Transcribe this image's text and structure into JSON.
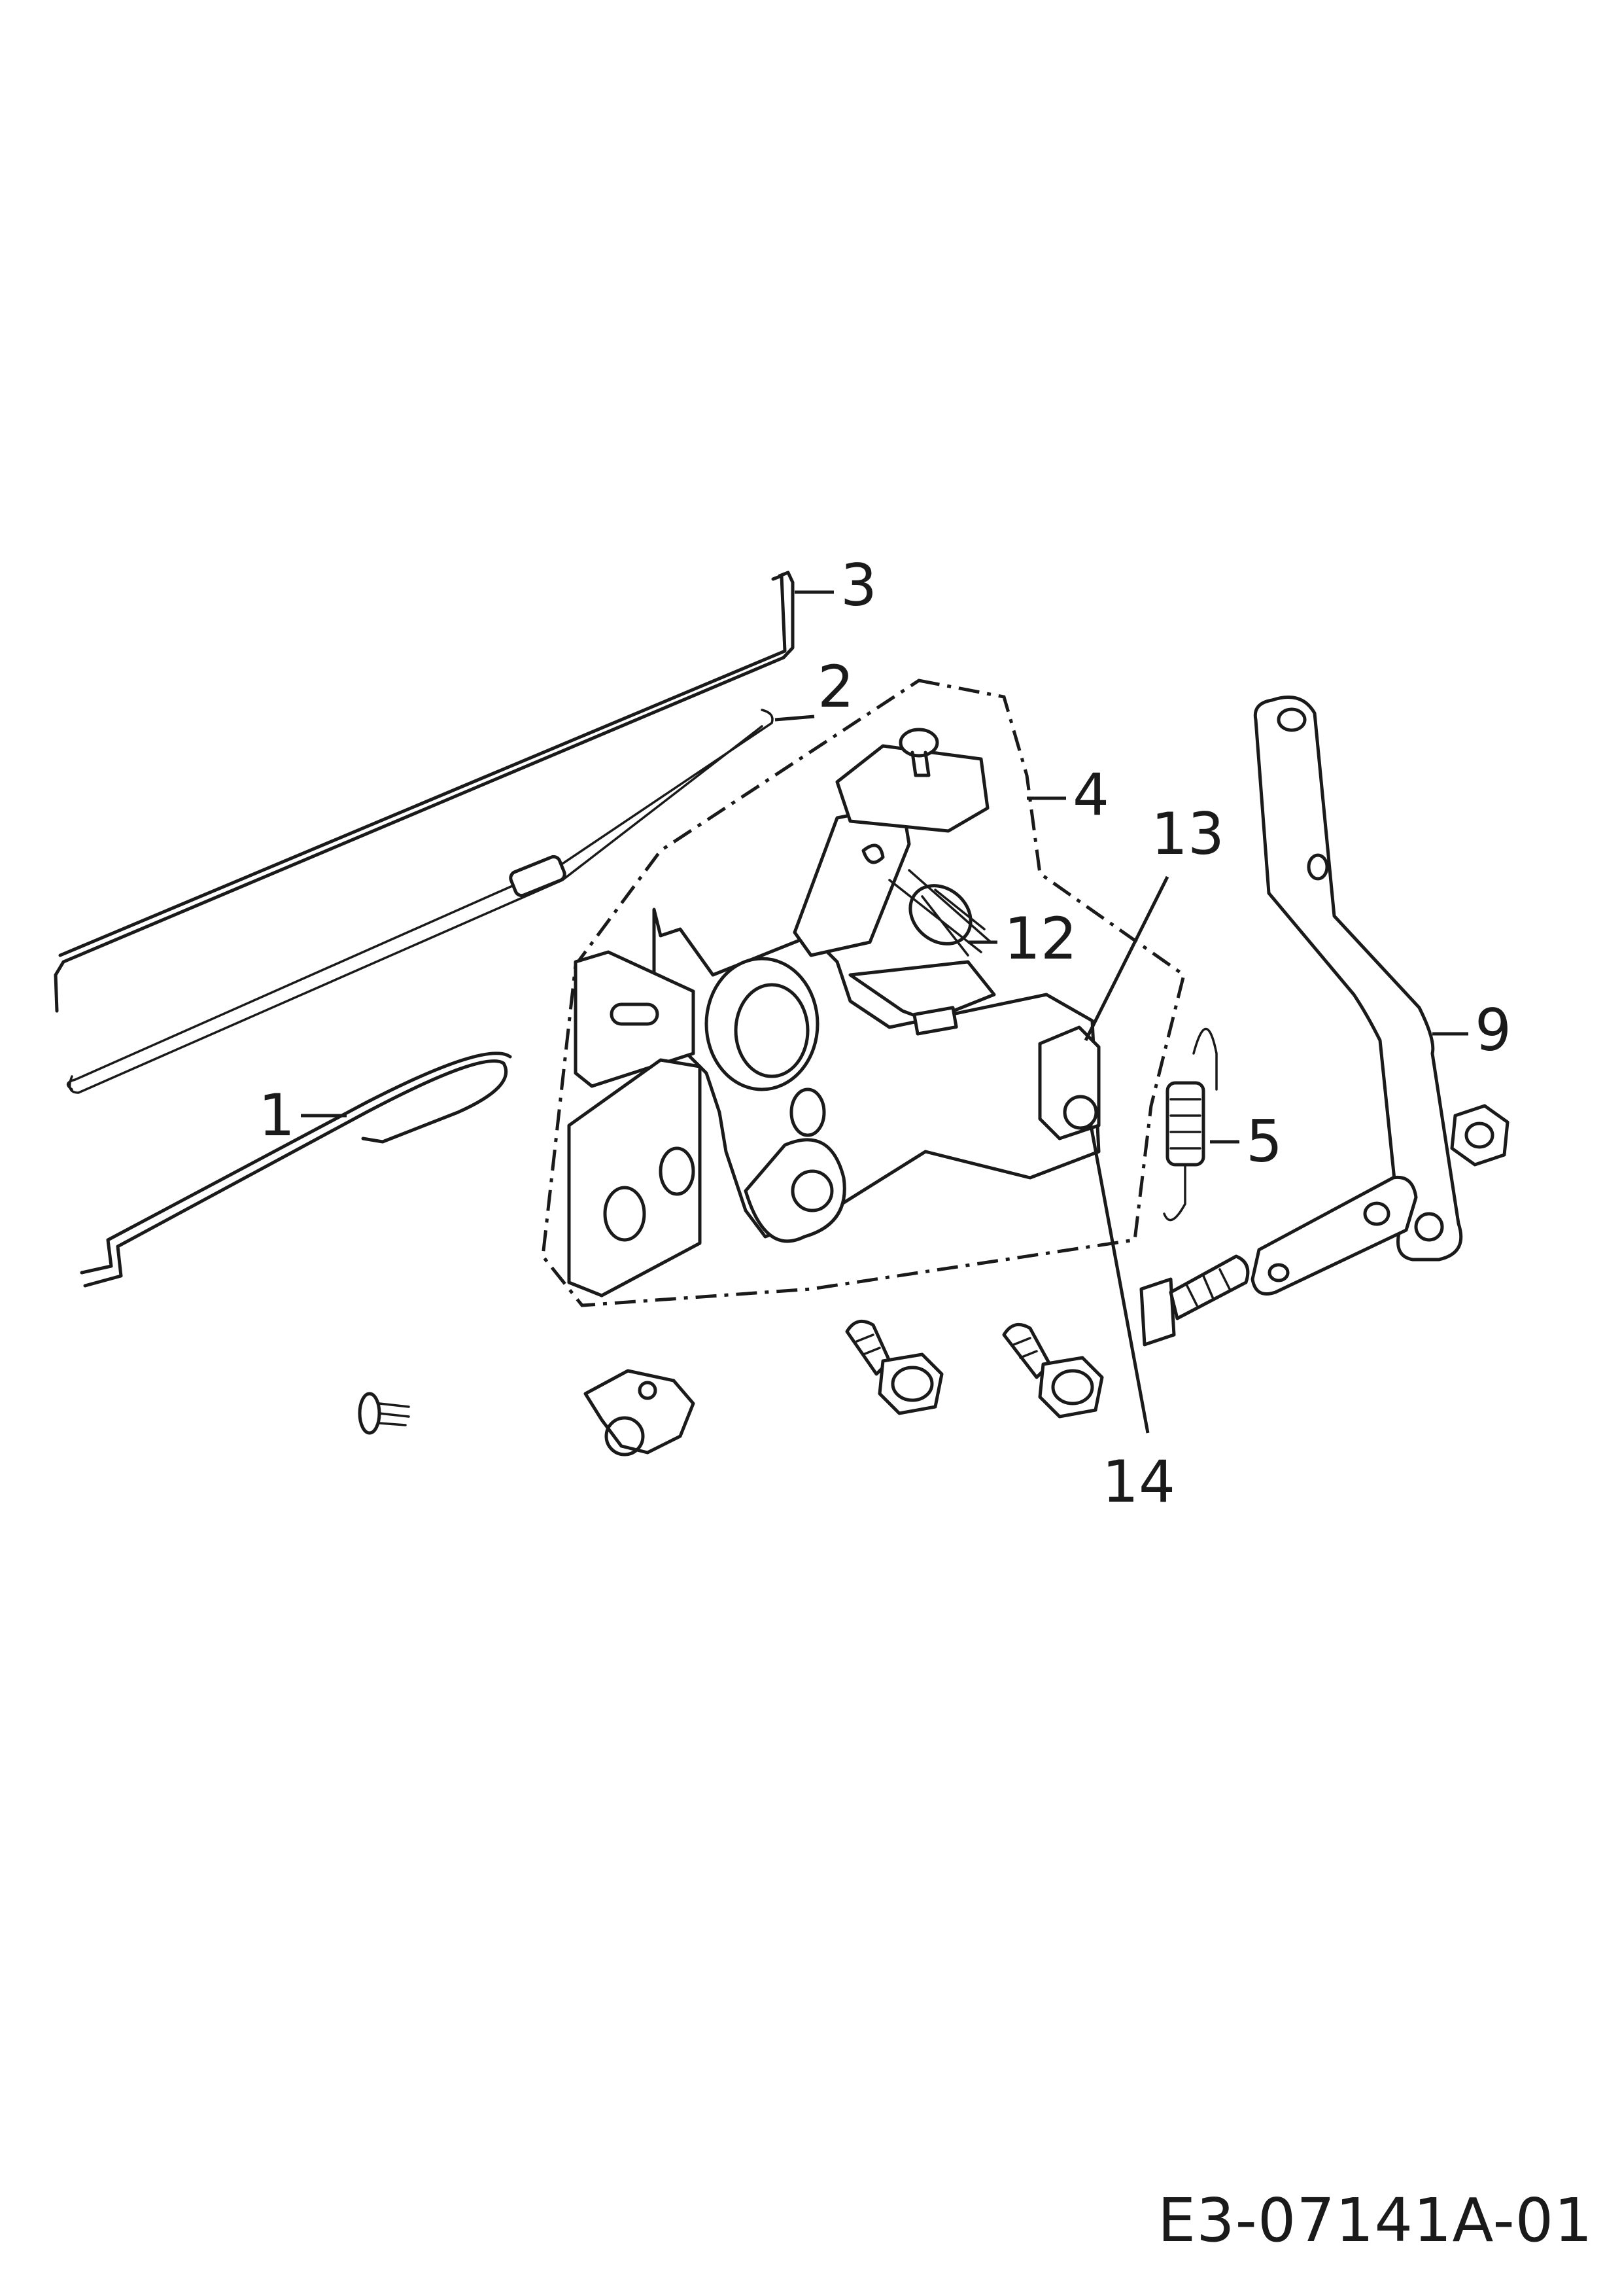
{
  "callouts": {
    "c1": "1",
    "c2": "2",
    "c3": "3",
    "c4": "4",
    "c5": "5",
    "c9": "9",
    "c12": "12",
    "c13": "13",
    "c14": "14"
  },
  "drawing_code": "E3-07141A-01"
}
